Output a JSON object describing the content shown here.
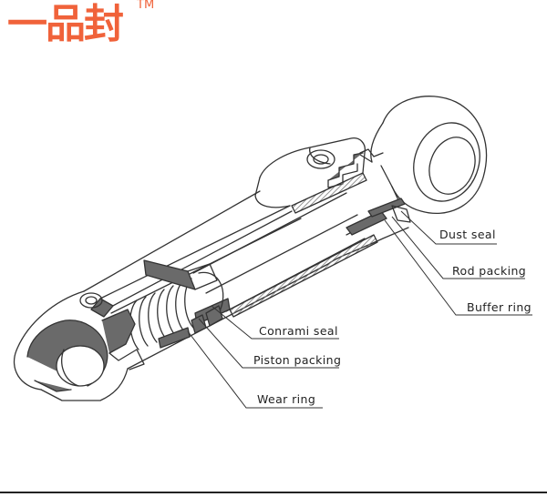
{
  "logo": {
    "text": "一品封",
    "trademark": "TM",
    "color": "#f0623a"
  },
  "labels": {
    "dust_seal": "Dust seal",
    "rod_packing": "Rod packing",
    "buffer_ring": "Buffer ring",
    "conrami_seal": "Conrami seal",
    "piston_packing": "Piston packing",
    "wear_ring": "Wear ring"
  },
  "colors": {
    "line": "#333333",
    "fill_dark": "#6a6a6a",
    "fill_light": "#ffffff",
    "hatch": "#9a9a9a"
  }
}
